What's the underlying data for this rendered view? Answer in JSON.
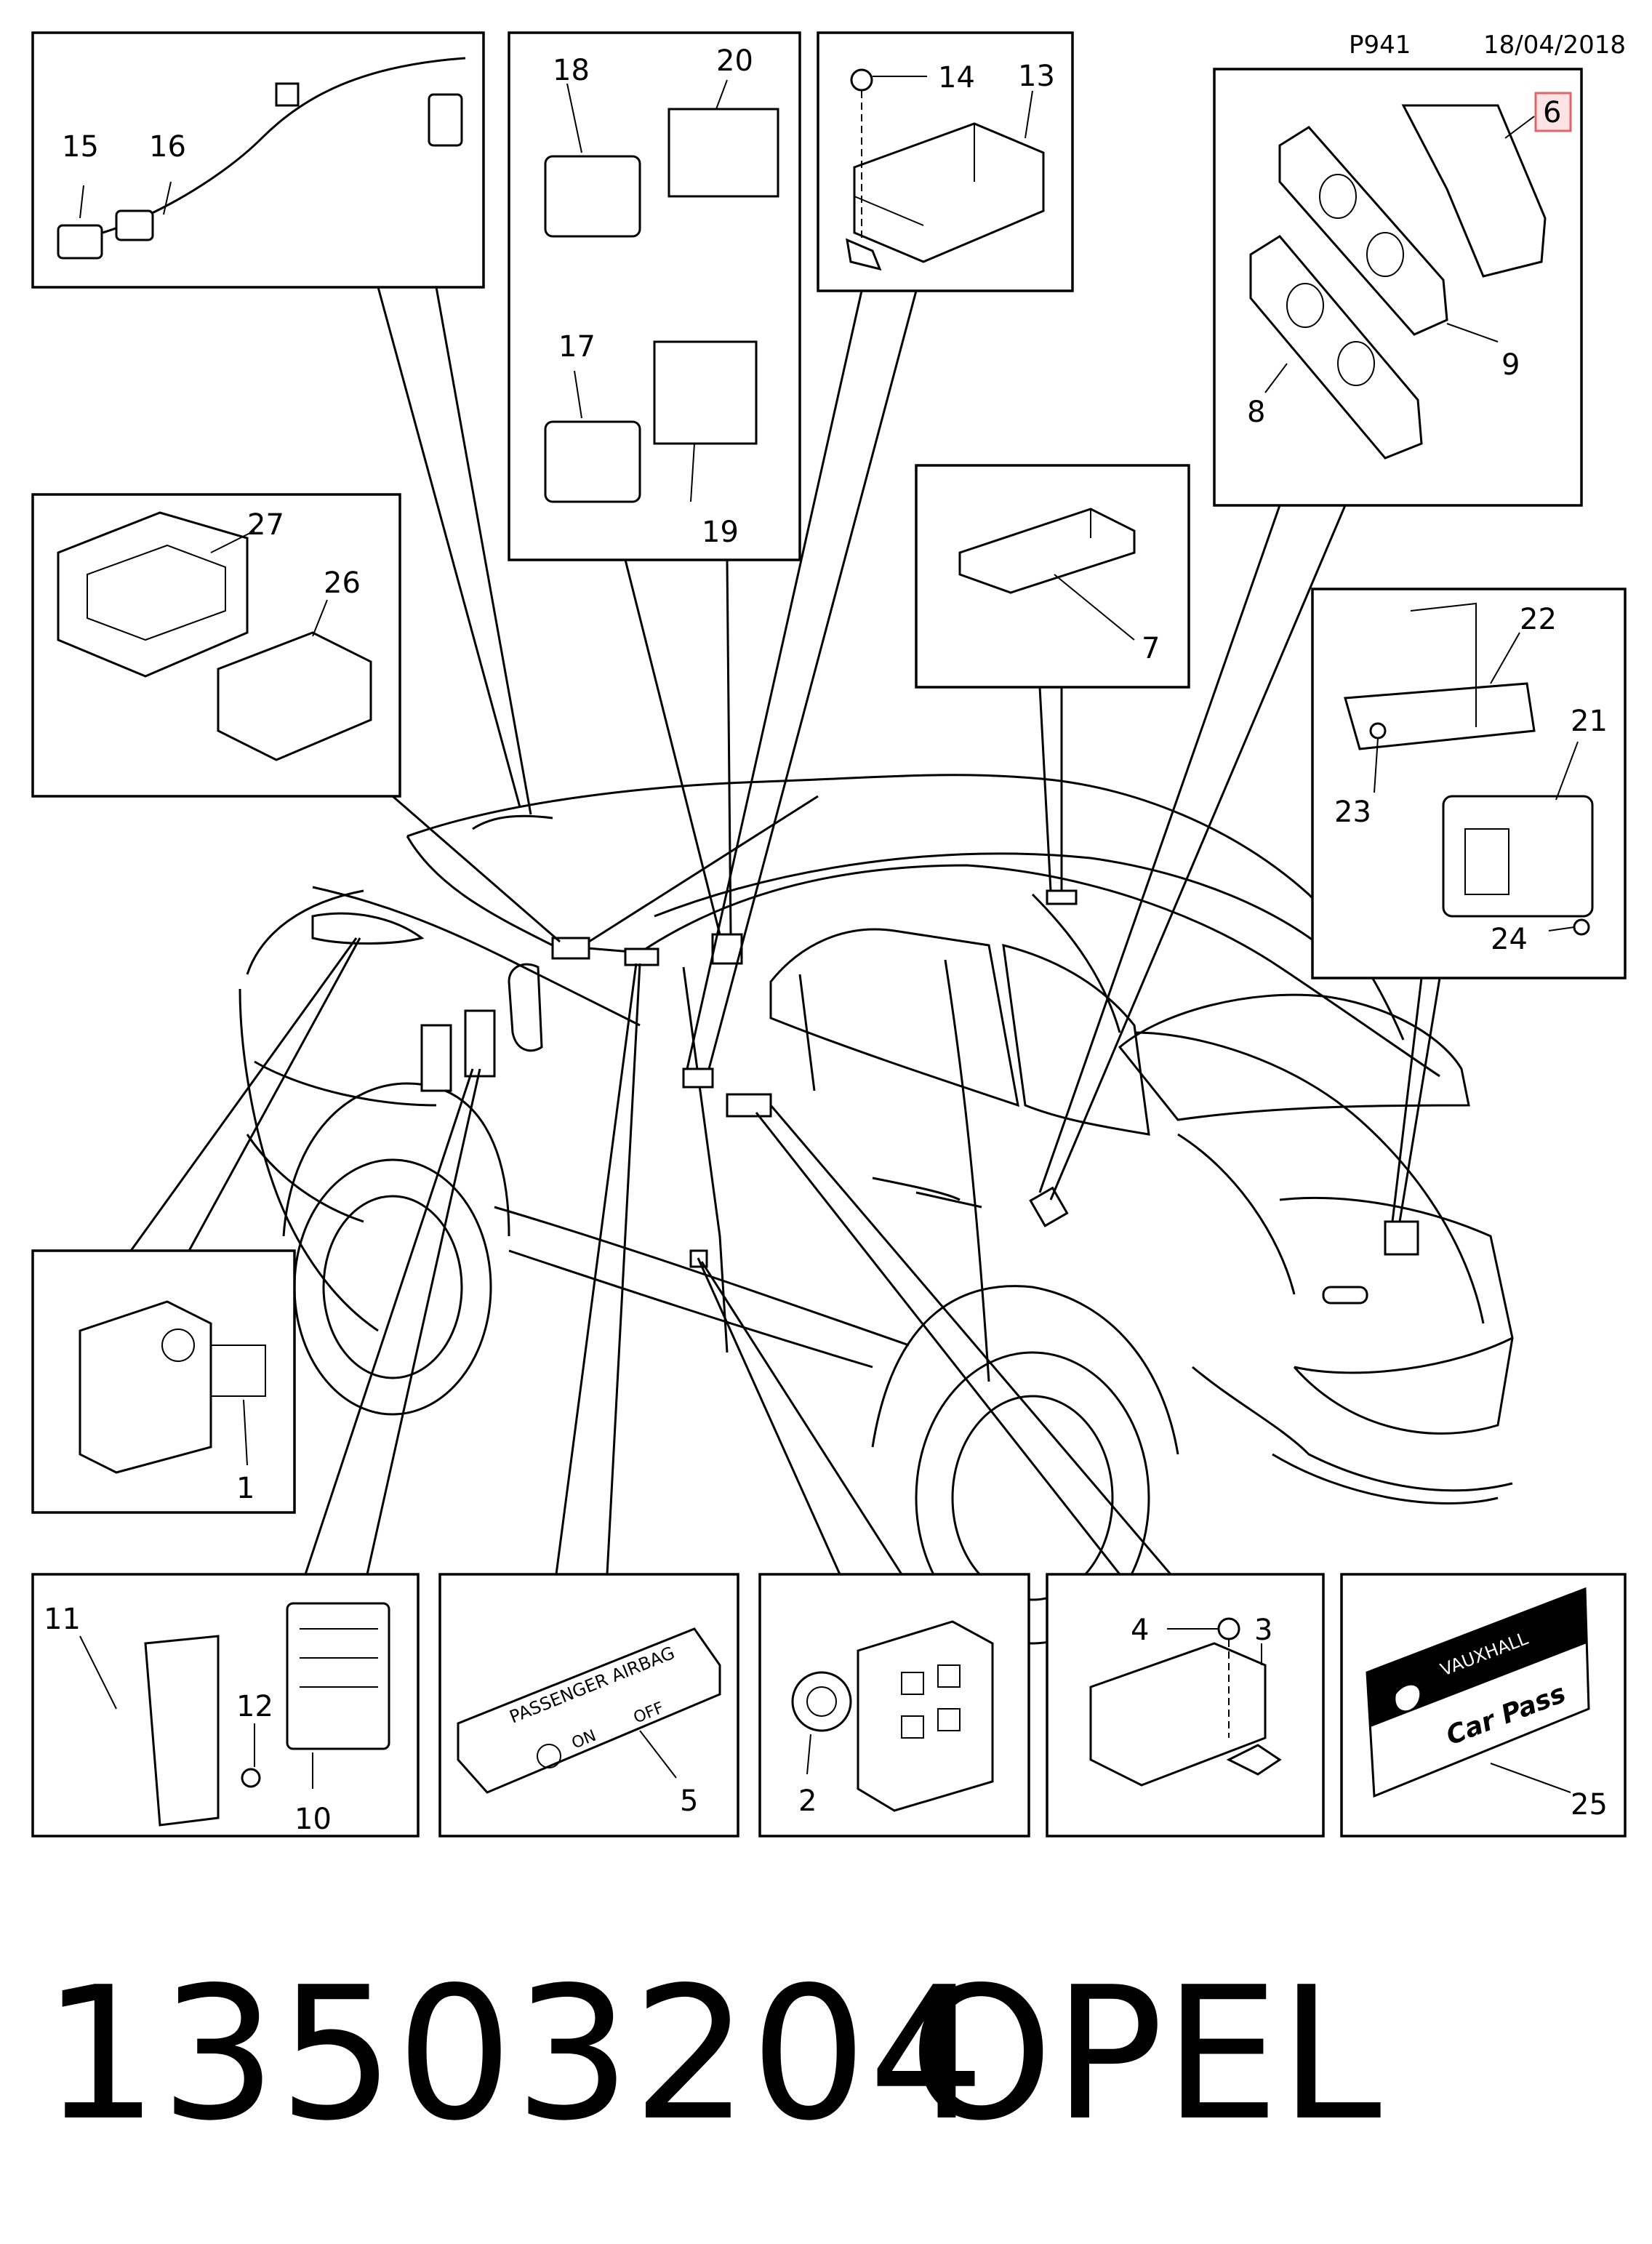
{
  "header": {
    "page_code": "P941",
    "date": "18/04/2018"
  },
  "highlighted_callout": "6",
  "callouts": {
    "c1": "1",
    "c2": "2",
    "c3": "3",
    "c4": "4",
    "c5": "5",
    "c6": "6",
    "c7": "7",
    "c8": "8",
    "c9": "9",
    "c10": "10",
    "c11": "11",
    "c12": "12",
    "c13": "13",
    "c14": "14",
    "c15": "15",
    "c16": "16",
    "c17": "17",
    "c18": "18",
    "c19": "19",
    "c20": "20",
    "c21": "21",
    "c22": "22",
    "c23": "23",
    "c24": "24",
    "c25": "25",
    "c26": "26",
    "c27": "27"
  },
  "printed_text": {
    "airbag_panel": "PASSENGER AIRBAG",
    "airbag_on": "ON",
    "airbag_off": "OFF",
    "car_pass_brand": "VAUXHALL",
    "car_pass_title": "Car Pass"
  },
  "footer": {
    "part_number": "13503204",
    "brand": "OPEL"
  },
  "colors": {
    "highlight_border": "#e0656b",
    "highlight_fill": "#fde3e4",
    "ink": "#000000"
  }
}
